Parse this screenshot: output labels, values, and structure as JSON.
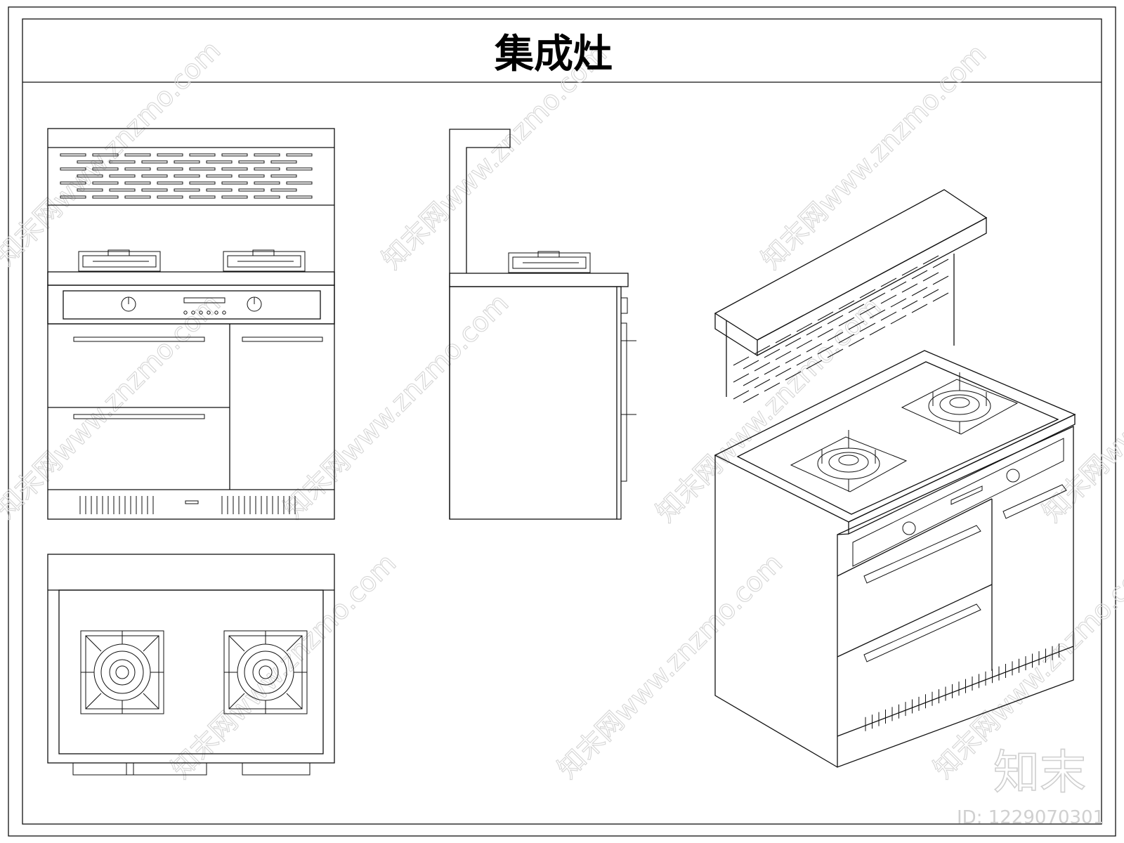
{
  "title": "集成灶",
  "watermark": "知末网www.znzmo.com",
  "brand_mark": "知末",
  "image_id": "ID: 1229070301"
}
